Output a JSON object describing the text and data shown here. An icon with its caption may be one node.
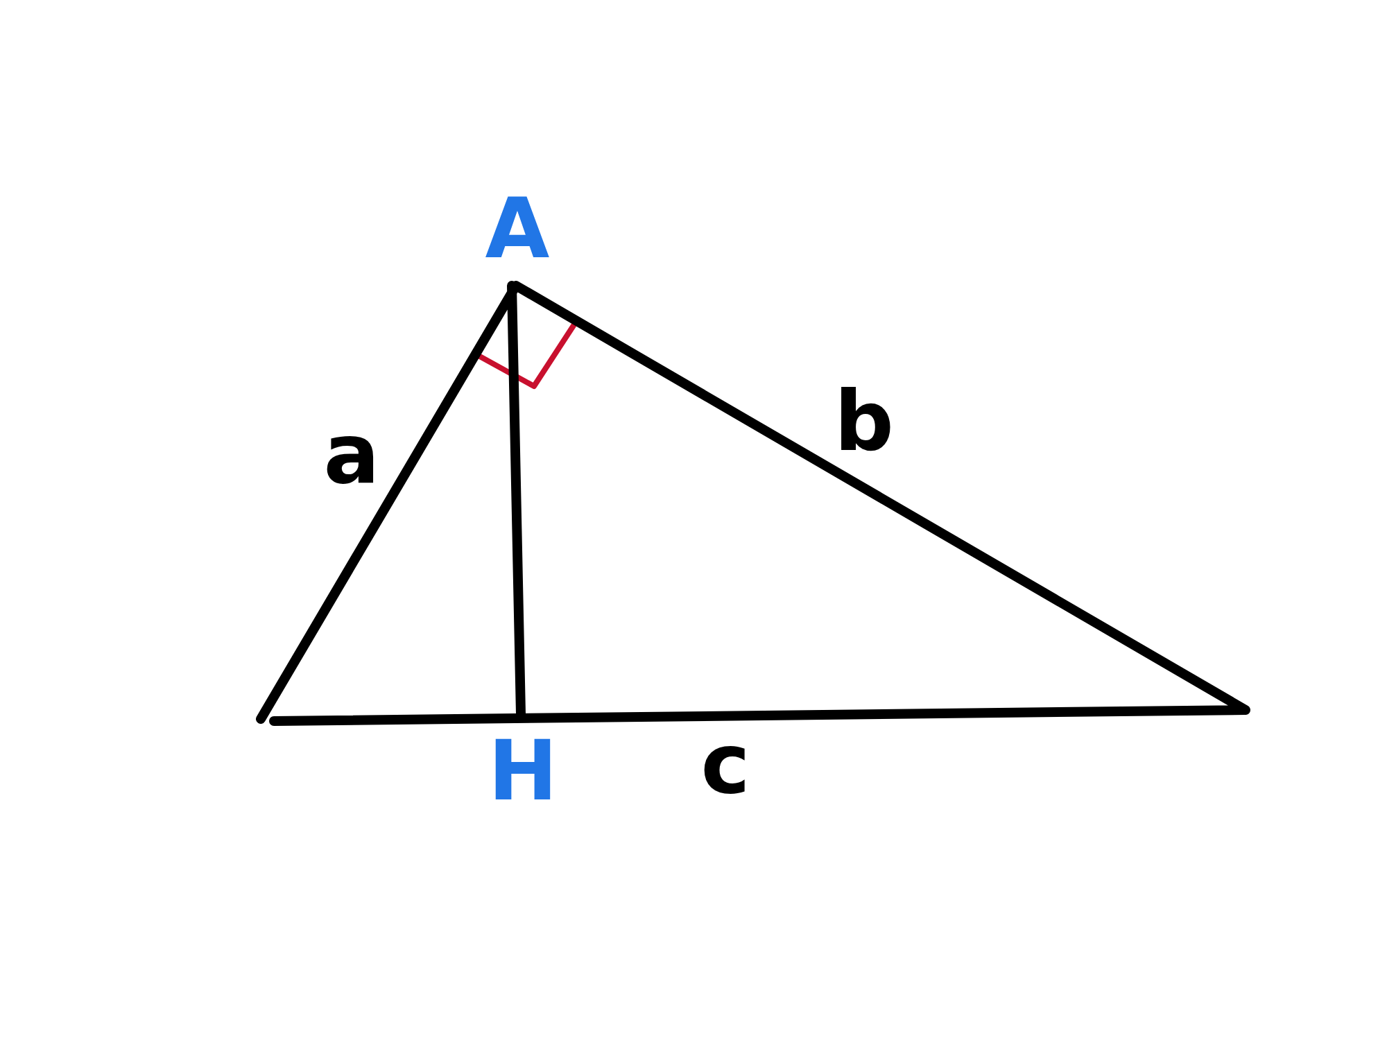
{
  "diagram": {
    "labels": [
      "A",
      "a",
      "b",
      "H",
      "c"
    ]
  }
}
